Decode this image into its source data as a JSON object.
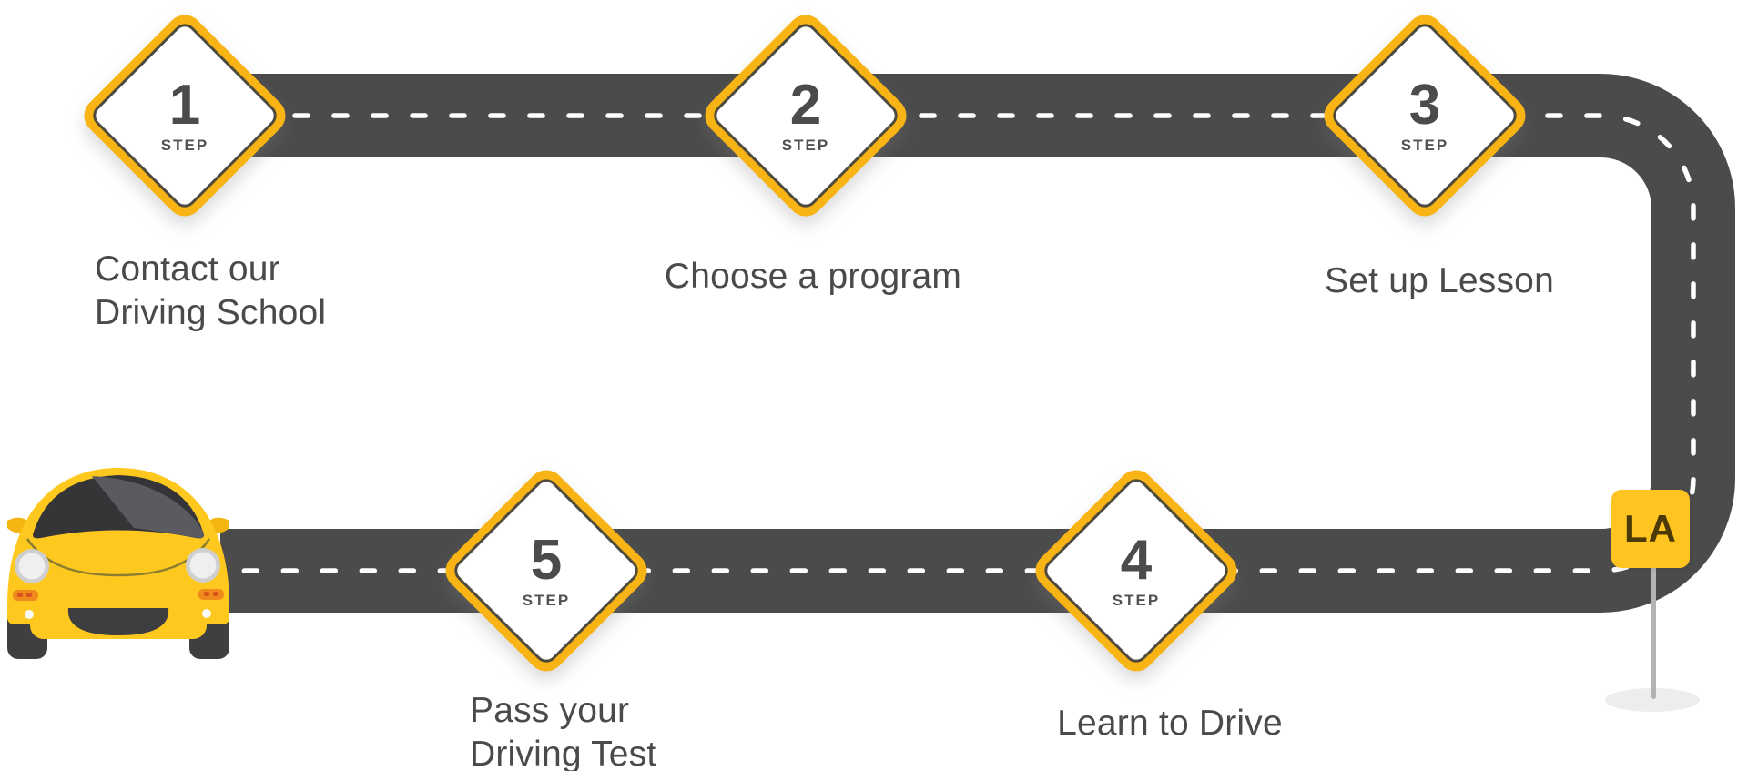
{
  "figure": {
    "type": "process-roadmap",
    "theme": "driving-school-steps"
  },
  "steps": [
    {
      "number": "1",
      "badge": "STEP",
      "caption_lines": [
        "Contact our",
        "Driving School"
      ]
    },
    {
      "number": "2",
      "badge": "STEP",
      "caption_lines": [
        "Choose a program"
      ]
    },
    {
      "number": "3",
      "badge": "STEP",
      "caption_lines": [
        "Set up Lesson"
      ]
    },
    {
      "number": "4",
      "badge": "STEP",
      "caption_lines": [
        "Learn to Drive"
      ]
    },
    {
      "number": "5",
      "badge": "STEP",
      "caption_lines": [
        "Pass your",
        "Driving Test"
      ]
    }
  ],
  "destination": {
    "label": "LA"
  },
  "icons": {
    "car": "yellow-beetle-car-front-icon",
    "signpost": "destination-signpost-icon",
    "road": "dashed-highway-road"
  },
  "colors": {
    "background": "#FFFFFF",
    "road": "#4B4B4B",
    "road_dash": "#FFFFFF",
    "diamond_yellow": "#F7B414",
    "diamond_outline": "#4F4A3E",
    "text_gray": "#4A4A4A",
    "la_sign_yellow": "#FFC41F",
    "la_sign_text": "#4B3A06",
    "car_yellow": "#FFC81E"
  }
}
